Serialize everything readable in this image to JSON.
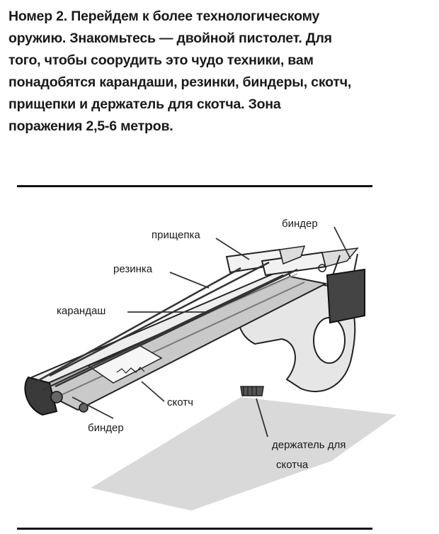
{
  "intro": {
    "lines": [
      "Номер 2. Перейдем к более технологическому",
      "оружию. Знакомьтесь — двойной пистолет. Для",
      "того, чтобы соорудить это чудо техники, вам",
      "понадобятся карандаши, резинки, биндеры, скотч,",
      "прищепки и держатель для скотча. Зона",
      "поражения 2,5-6 метров."
    ]
  },
  "labels": {
    "clothespin": "прищепка",
    "binder_top": "биндер",
    "rubber_band": "резинка",
    "pencil": "карандаш",
    "tape": "скотч",
    "binder_bottom": "биндер",
    "holder_line1": "держатель для",
    "holder_line2": "скотча"
  }
}
